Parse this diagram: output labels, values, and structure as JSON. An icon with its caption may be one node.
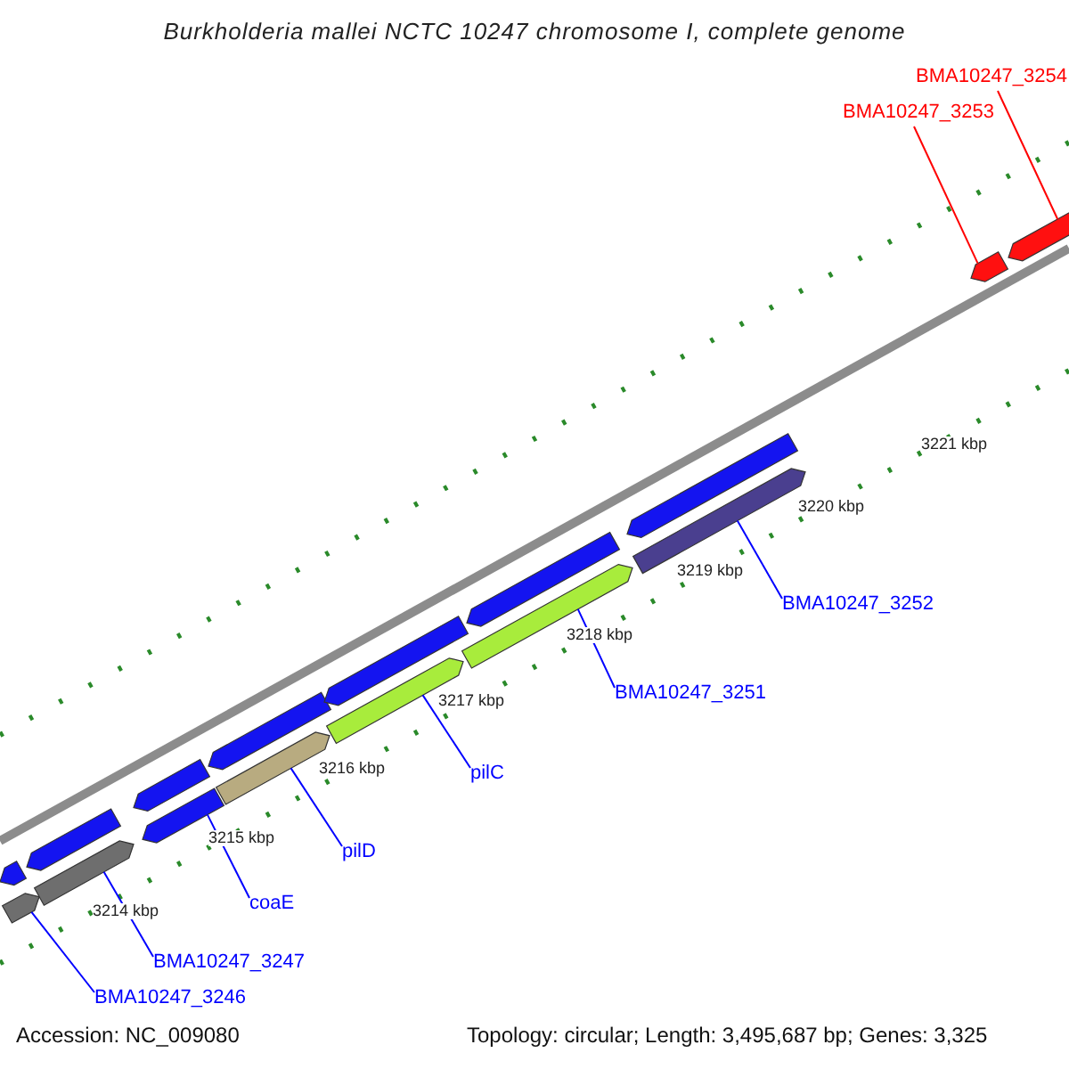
{
  "diagram": {
    "title": "Burkholderia mallei NCTC 10247 chromosome I, complete genome",
    "nodes": [
      {
        "text": [
          "BMA10247_3254"
        ]
      },
      {
        "text": [
          "BMA10247_3253"
        ]
      },
      {
        "text": [
          "BMA10247_3252"
        ]
      },
      {
        "text": [
          "BMA10247_3251"
        ]
      },
      {
        "text": [
          "pilC"
        ]
      },
      {
        "text": [
          "pilD"
        ]
      },
      {
        "text": [
          "coaE"
        ]
      },
      {
        "text": [
          "BMA10247_3247"
        ]
      },
      {
        "text": [
          "BMA10247_3246"
        ]
      },
      {
        "text": [],
        "shape": "bar"
      },
      {
        "text": [],
        "shape": "bar"
      },
      {
        "text": [],
        "shape": "bar"
      },
      {
        "text": [],
        "shape": "bar"
      },
      {
        "text": [],
        "shape": "bar"
      },
      {
        "text": [],
        "shape": "bar"
      },
      {
        "text": [],
        "shape": "bar"
      },
      {
        "text": [],
        "shape": "bar"
      },
      {
        "text": [],
        "shape": "bar"
      },
      {
        "text": [],
        "shape": "bar"
      },
      {
        "text": [],
        "shape": "bar"
      },
      {
        "text": [],
        "shape": "bar"
      },
      {
        "text": [],
        "shape": "bar"
      },
      {
        "text": [],
        "shape": "bar"
      },
      {
        "text": [],
        "shape": "bar"
      },
      {
        "text": [],
        "shape": "bar"
      }
    ],
    "edges": [
      {
        "from": 0,
        "to": 17,
        "arrow": "none",
        "color": "#ff0000"
      },
      {
        "from": 1,
        "to": 16,
        "arrow": "none",
        "color": "#ff0000"
      },
      {
        "from": 2,
        "to": 15,
        "arrow": "none"
      },
      {
        "from": 3,
        "to": 14,
        "arrow": "none"
      },
      {
        "from": 4,
        "to": 13,
        "arrow": "none"
      },
      {
        "from": 5,
        "to": 12,
        "arrow": "none"
      },
      {
        "from": 6,
        "to": 11,
        "arrow": "none"
      },
      {
        "from": 7,
        "to": 10,
        "arrow": "none"
      },
      {
        "from": 8,
        "to": 9,
        "arrow": "none"
      }
    ],
    "labels": [
      "3221 kbp",
      "3220 kbp",
      "3219 kbp",
      "3218 kbp",
      "3217 kbp",
      "3216 kbp",
      "3215 kbp",
      "3214 kbp",
      "Accession: NC_009080",
      "Topology: circular; Length: 3,495,687 bp; Genes: 3,325"
    ]
  }
}
